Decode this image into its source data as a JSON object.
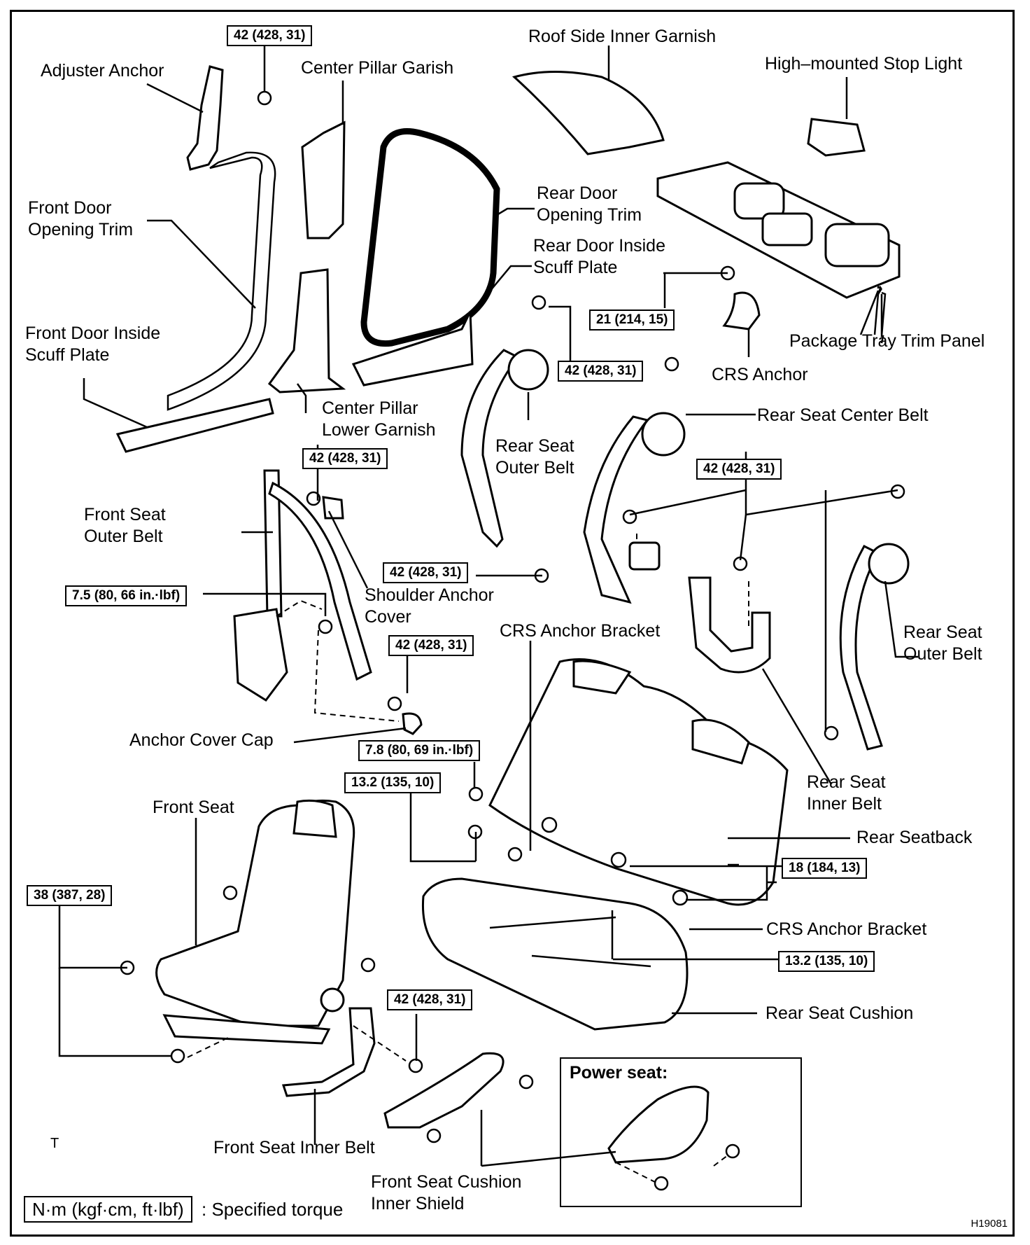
{
  "labels": {
    "adjuster_anchor": "Adjuster Anchor",
    "center_pillar_garnish": "Center Pillar Garish",
    "roof_side_inner_garnish": "Roof Side Inner Garnish",
    "high_mounted_stop_light": "High–mounted Stop Light",
    "front_door_opening_trim": "Front Door\nOpening Trim",
    "rear_door_opening_trim": "Rear Door\nOpening Trim",
    "rear_door_inside_scuff_plate": "Rear Door Inside\nScuff Plate",
    "front_door_inside_scuff_plate": "Front Door Inside\nScuff Plate",
    "package_tray_trim_panel": "Package Tray Trim Panel",
    "crs_anchor": "CRS Anchor",
    "center_pillar_lower_garnish": "Center Pillar\nLower Garnish",
    "rear_seat_outer_belt_left": "Rear Seat\nOuter Belt",
    "rear_seat_center_belt": "Rear Seat Center Belt",
    "front_seat_outer_belt": "Front Seat\nOuter Belt",
    "shoulder_anchor_cover": "Shoulder Anchor\nCover",
    "crs_anchor_bracket_upper": "CRS Anchor Bracket",
    "rear_seat_outer_belt_right": "Rear Seat\nOuter Belt",
    "anchor_cover_cap": "Anchor Cover Cap",
    "rear_seat_inner_belt": "Rear Seat\nInner Belt",
    "front_seat": "Front Seat",
    "rear_seatback": "Rear Seatback",
    "crs_anchor_bracket_lower": "CRS Anchor Bracket",
    "rear_seat_cushion": "Rear Seat Cushion",
    "front_seat_inner_belt": "Front Seat Inner Belt",
    "front_seat_cushion_inner_shield": "Front Seat Cushion\nInner Shield"
  },
  "torques": {
    "t1": "42 (428, 31)",
    "t2": "21 (214, 15)",
    "t3": "42 (428, 31)",
    "t4": "42 (428, 31)",
    "t5": "42 (428, 31)",
    "t6": "42 (428, 31)",
    "t7": "7.5 (80, 66 in.·lbf)",
    "t8": "42 (428, 31)",
    "t9": "7.8 (80, 69 in.·lbf)",
    "t10": "13.2 (135, 10)",
    "t11": "18 (184, 13)",
    "t12": "38 (387, 28)",
    "t13": "13.2 (135, 10)",
    "t14": "42 (428, 31)"
  },
  "power_seat_title": "Power seat:",
  "legend": {
    "unit": "N·m (kgf·cm, ft·lbf)",
    "text": ": Specified torque"
  },
  "t_mark": "T",
  "figure_code": "H19081"
}
